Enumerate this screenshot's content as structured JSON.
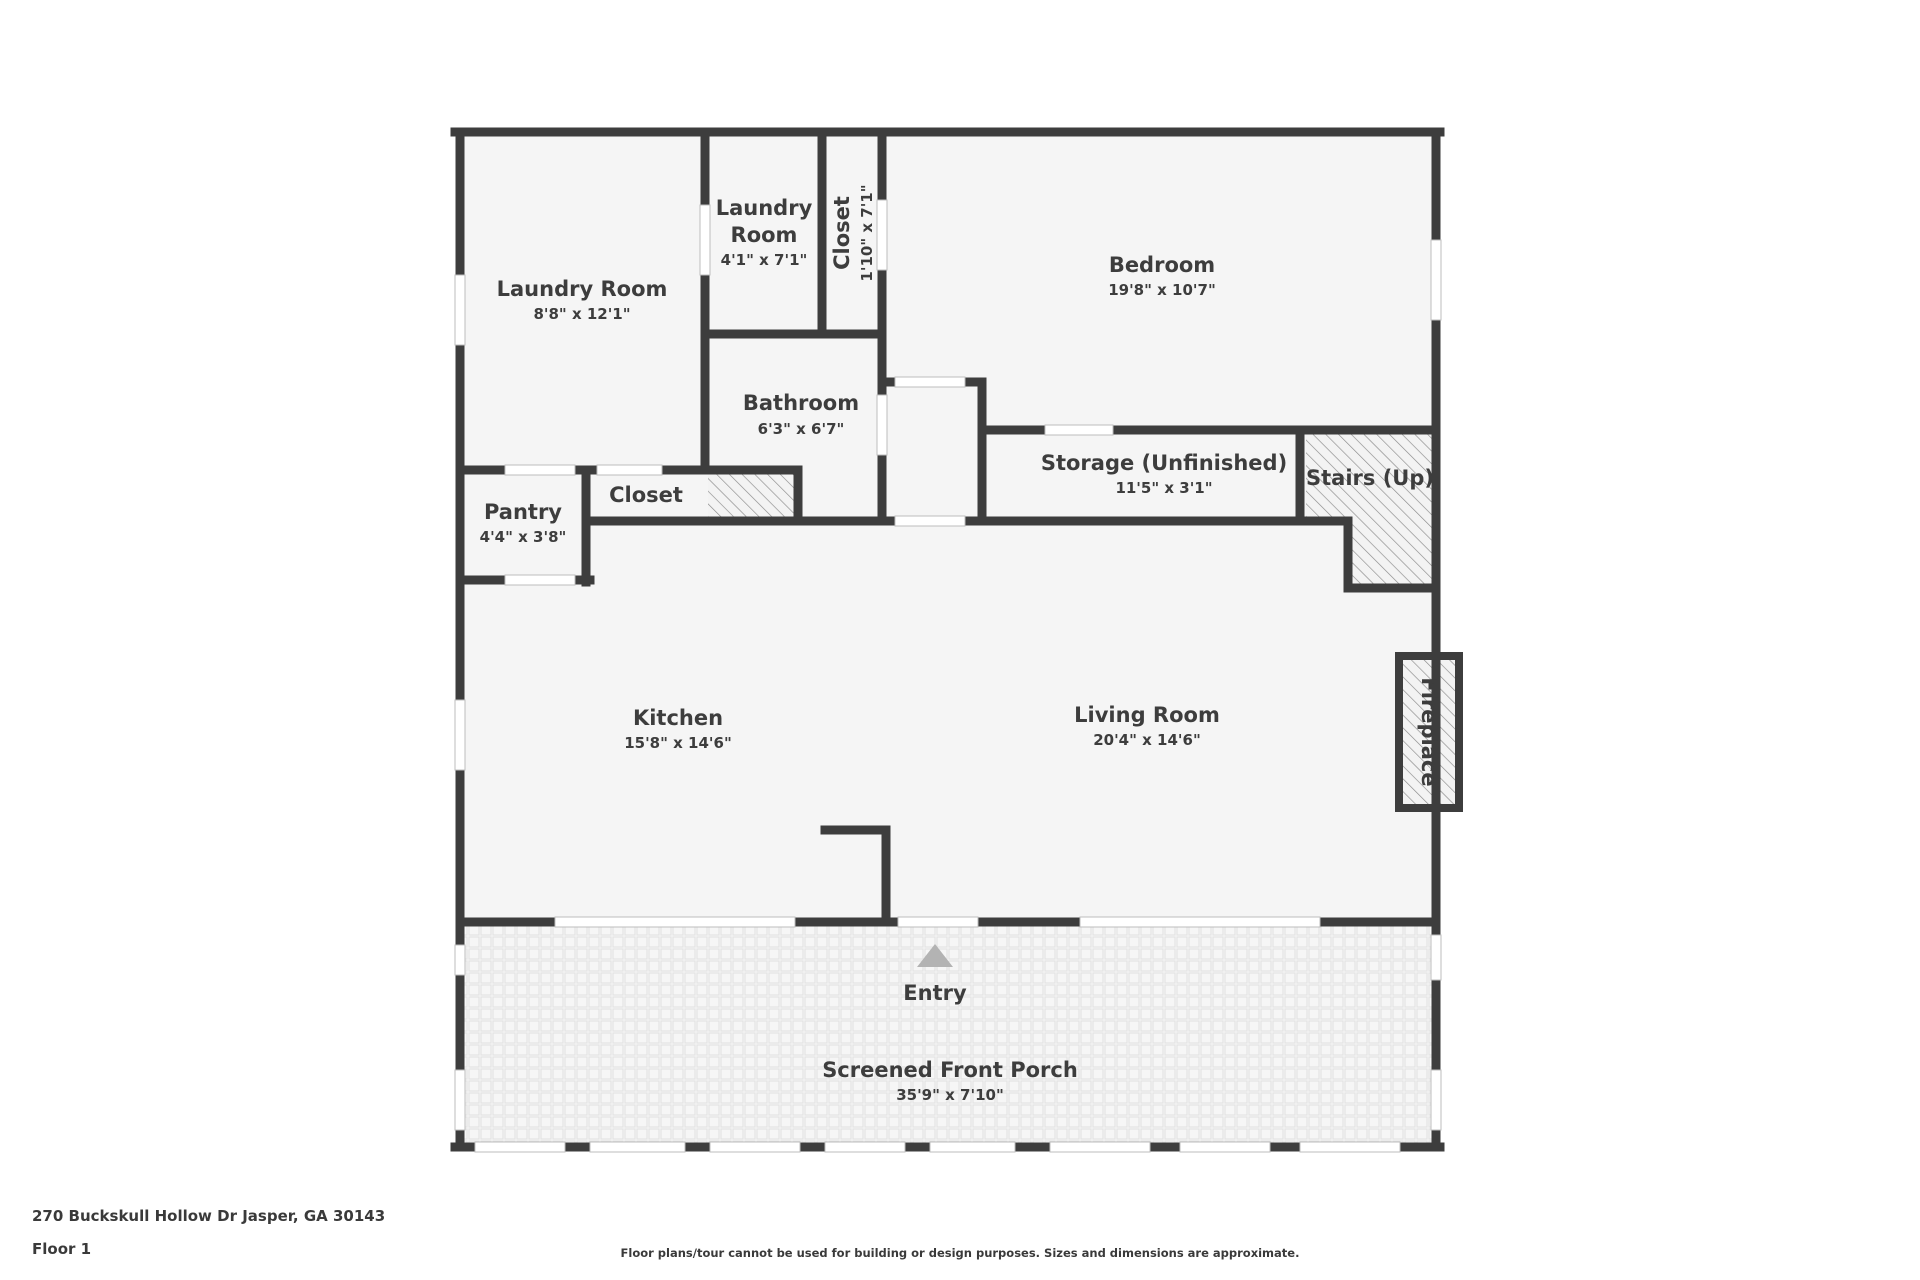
{
  "rooms": {
    "laundry_room_1": {
      "name": "Laundry Room",
      "dims": "8'8\" x 12'1\""
    },
    "laundry_room_2": {
      "name_line1": "Laundry",
      "name_line2": "Room",
      "dims": "4'1\" x 7'1\""
    },
    "closet_top": {
      "name": "Closet",
      "dims": "1'10\" x 7'1\""
    },
    "bedroom": {
      "name": "Bedroom",
      "dims": "19'8\" x 10'7\""
    },
    "bathroom": {
      "name": "Bathroom",
      "dims": "6'3\" x 6'7\""
    },
    "storage": {
      "name": "Storage (Unfinished)",
      "dims": "11'5\" x 3'1\""
    },
    "stairs": {
      "name": "Stairs (Up)"
    },
    "pantry": {
      "name": "Pantry",
      "dims": "4'4\" x 3'8\""
    },
    "closet_mid": {
      "name": "Closet"
    },
    "kitchen": {
      "name": "Kitchen",
      "dims": "15'8\" x 14'6\""
    },
    "living_room": {
      "name": "Living Room",
      "dims": "20'4\" x 14'6\""
    },
    "fireplace": {
      "name": "Fireplace"
    },
    "entry": {
      "name": "Entry"
    },
    "porch": {
      "name": "Screened Front Porch",
      "dims": "35'9\" x 7'10\""
    }
  },
  "footer": {
    "address": "270 Buckskull Hollow Dr Jasper, GA 30143",
    "floor": "Floor 1",
    "disclaimer": "Floor plans/tour cannot be used for building or design purposes. Sizes and dimensions are approximate."
  },
  "colors": {
    "wall": "#3d3d3d",
    "floor": "#f5f5f5",
    "text": "#3d3d3d",
    "hatch": "#888888",
    "entry_arrow": "#b3b3b3"
  }
}
